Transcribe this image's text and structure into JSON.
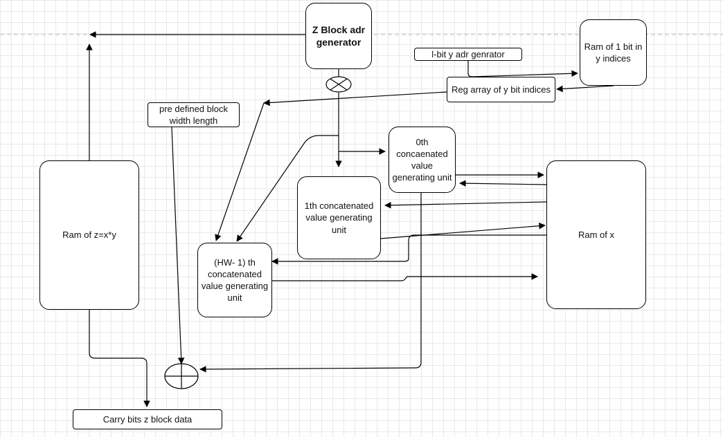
{
  "nodes": {
    "z_block_gen": "Z Block adr generator",
    "ram_1bit_y": "Ram of 1 bit in y indices",
    "l_bit_y_gen": "l-bit y adr genrator",
    "reg_array_y": "Reg array of y bit indices",
    "block_width": "pre defined block width length",
    "unit_0th": "0th concaenated value generating unit",
    "unit_1th": "1th concatenated value generating unit",
    "unit_hw1": "(HW- 1) th concatenated value generating unit",
    "ram_z": "Ram of z=x*y",
    "ram_x": "Ram of x",
    "carry_bits": "Carry bits z block data"
  },
  "symbols": {
    "multiplier": "multiply-circle-icon",
    "adder": "xor-adder-icon"
  },
  "colors": {
    "line": "#000000",
    "grid": "#e9e9e9",
    "dashed_guide": "#b8b8b8"
  }
}
